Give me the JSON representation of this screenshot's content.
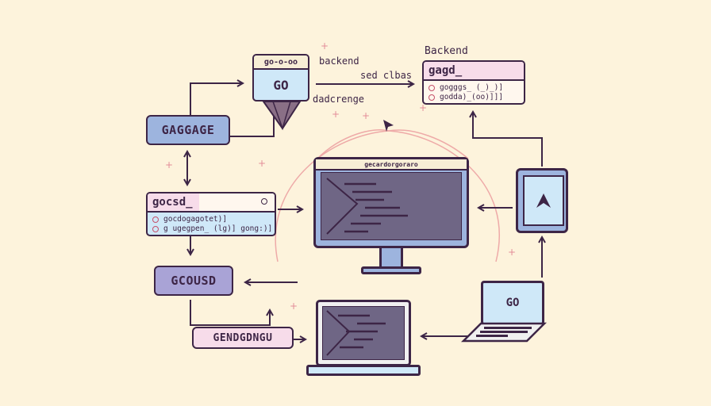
{
  "go_window": {
    "title": "go-o-oo",
    "label": "GO"
  },
  "labels": {
    "backend_small": "backend",
    "sed_clbas": "sed clbas",
    "dadcrenge": "dadcrenge",
    "backend_large": "Backend"
  },
  "backend_panel": {
    "title": "gagd_",
    "lines": [
      "gogggs_ (_)_)]",
      "godda)_(oo)]]]"
    ]
  },
  "gaggage_box": {
    "label": "GAGGAGE"
  },
  "gocsd_panel": {
    "title": "gocsd_",
    "lines": [
      "gocdogagotet)]",
      "g ugegpen_ (lg)] gong:)]"
    ]
  },
  "gcousd_box": {
    "label": "GCOUSD"
  },
  "gendgdngu_box": {
    "label": "GENDGDNGU"
  },
  "monitor": {
    "title": "gecardorgoraro"
  },
  "laptop_right": {
    "label": "GO"
  },
  "colors": {
    "background": "#fdf3dc",
    "outline": "#3d2546",
    "blue": "#9db4de",
    "lightblue": "#cfe8f8",
    "pink": "#f7dcea",
    "lavender": "#a9a3d6",
    "screen": "#6f6685",
    "accent": "#e89aa0"
  }
}
